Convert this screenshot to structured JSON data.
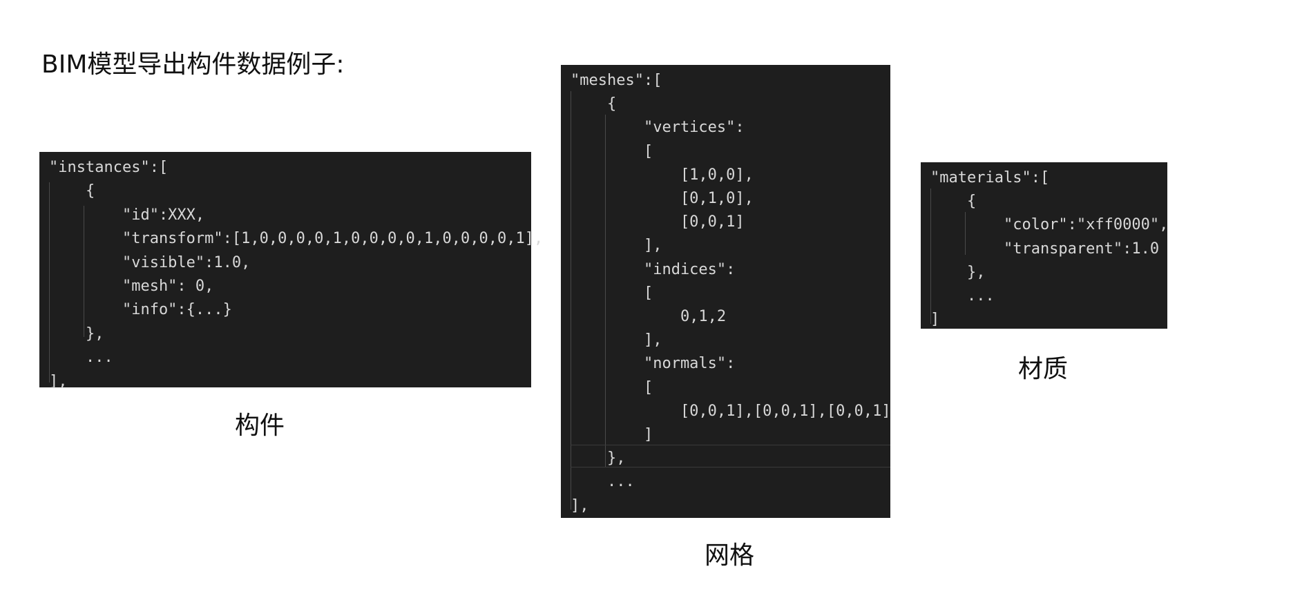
{
  "heading": "BIM模型导出构件数据例子:",
  "panels": {
    "instances": {
      "caption": "构件",
      "lines": [
        "\"instances\":[",
        "    {",
        "        \"id\":XXX,",
        "        \"transform\":[1,0,0,0,0,1,0,0,0,0,1,0,0,0,0,1],",
        "        \"visible\":1.0,",
        "        \"mesh\": 0,",
        "        \"info\":{...}",
        "    },",
        "    ...",
        "],"
      ]
    },
    "meshes": {
      "caption": "网格",
      "lines": [
        "\"meshes\":[",
        "    {",
        "        \"vertices\":",
        "        [",
        "            [1,0,0],",
        "            [0,1,0],",
        "            [0,0,1]",
        "        ],",
        "        \"indices\":",
        "        [",
        "            0,1,2",
        "        ],",
        "        \"normals\":",
        "        [",
        "            [0,0,1],[0,0,1],[0,0,1]",
        "        ]",
        "    },",
        "    ...",
        "],"
      ]
    },
    "materials": {
      "caption": "材质",
      "lines": [
        "\"materials\":[",
        "    {",
        "        \"color\":\"xff0000\",",
        "        \"transparent\":1.0",
        "    },",
        "    ...",
        "]"
      ]
    }
  }
}
